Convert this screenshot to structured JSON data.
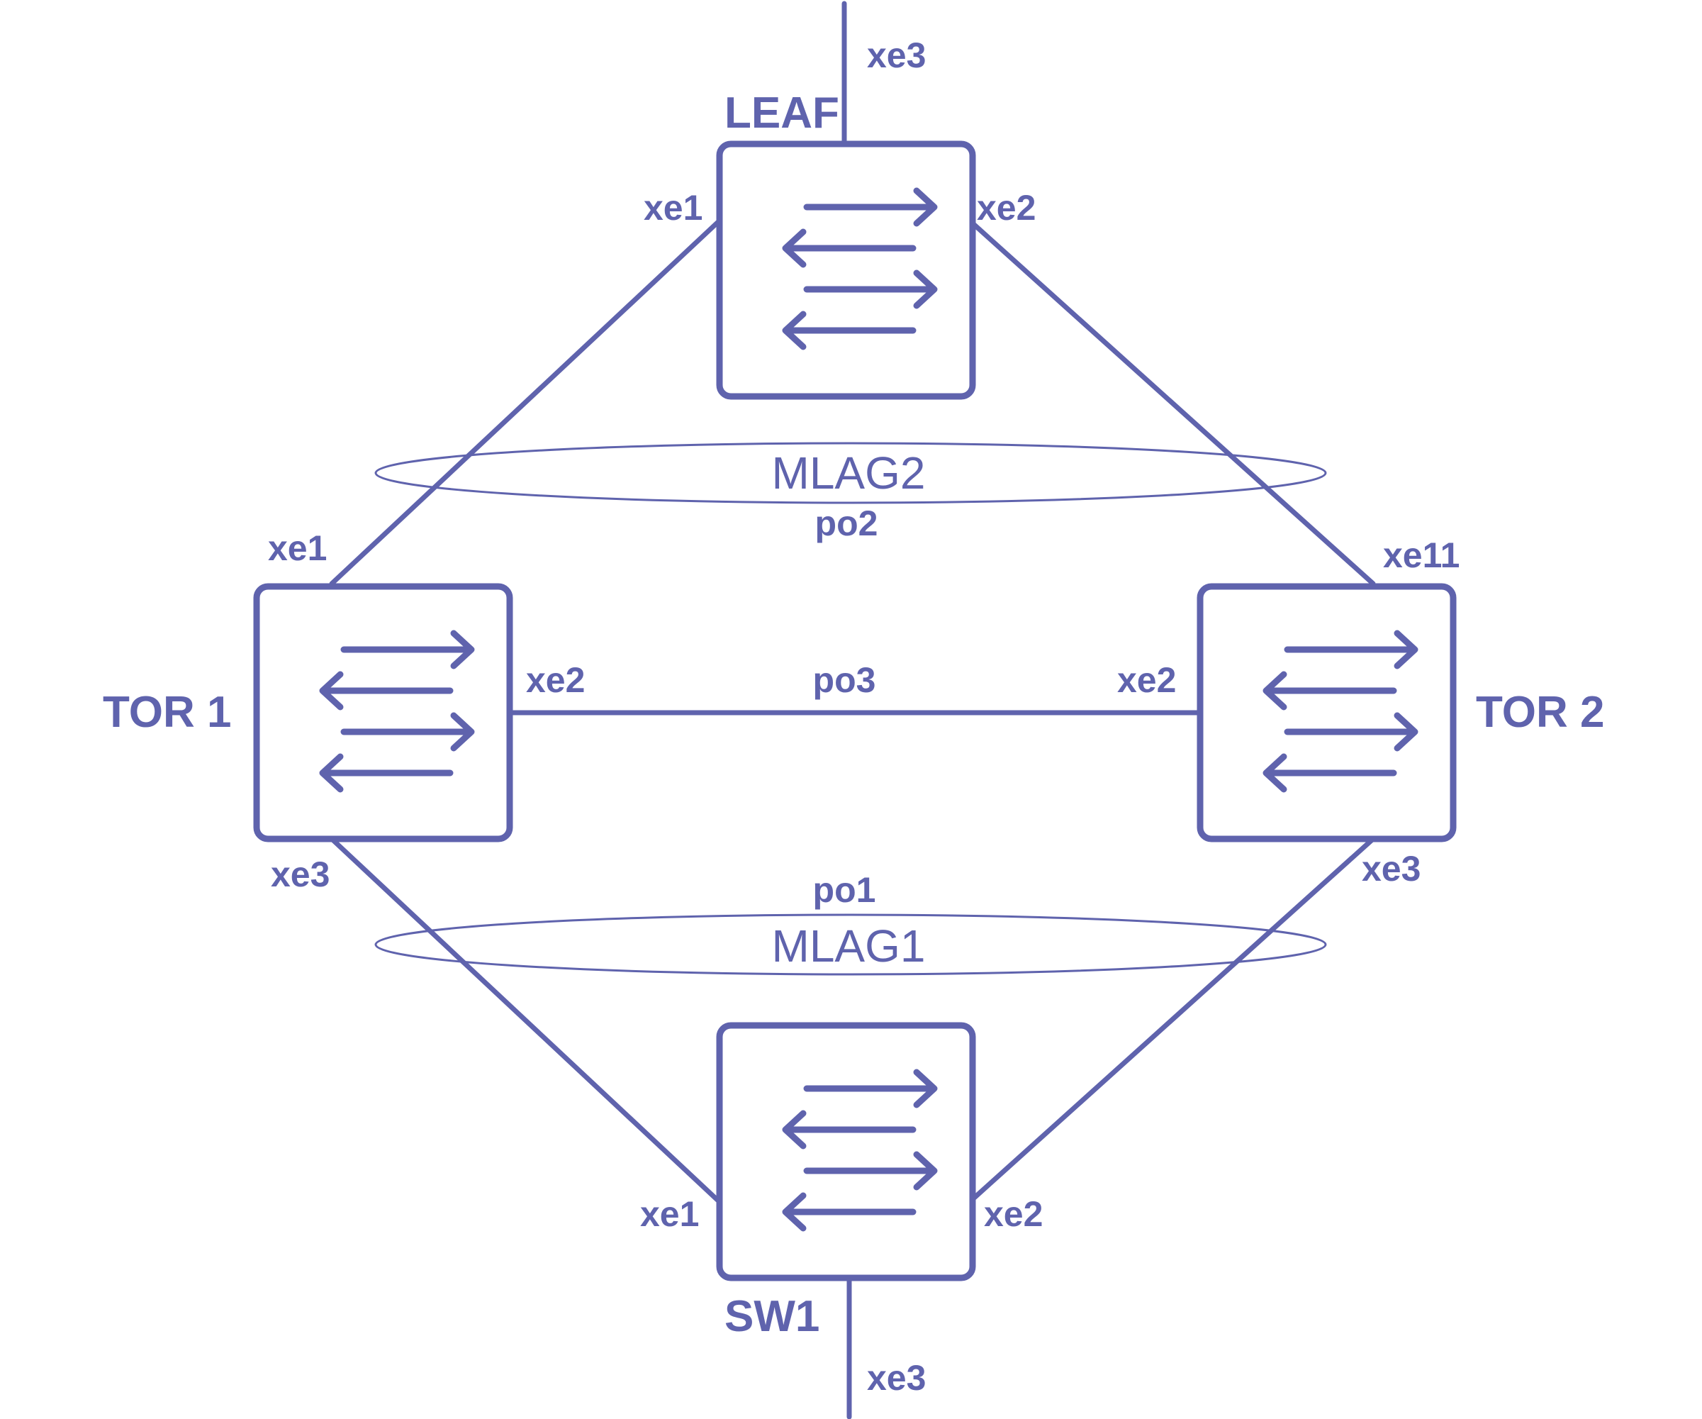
{
  "colors": {
    "accent": "#5f63ad",
    "background": "#ffffff"
  },
  "devices": {
    "leaf": {
      "name": "LEAF",
      "icon": "switch-icon"
    },
    "tor1": {
      "name": "TOR 1",
      "icon": "switch-icon"
    },
    "tor2": {
      "name": "TOR 2",
      "icon": "switch-icon"
    },
    "sw1": {
      "name": "SW1",
      "icon": "switch-icon"
    }
  },
  "ports": {
    "leaf_up": "xe3",
    "leaf_left": "xe1",
    "leaf_right": "xe2",
    "tor1_up": "xe1",
    "tor1_right": "xe2",
    "tor1_down": "xe3",
    "tor2_up": "xe11",
    "tor2_left": "xe2",
    "tor2_down": "xe3",
    "sw1_left": "xe1",
    "sw1_right": "xe2",
    "sw1_down": "xe3"
  },
  "links": {
    "mlag2": "MLAG2",
    "po2": "po2",
    "po3": "po3",
    "po1": "po1",
    "mlag1": "MLAG1"
  }
}
